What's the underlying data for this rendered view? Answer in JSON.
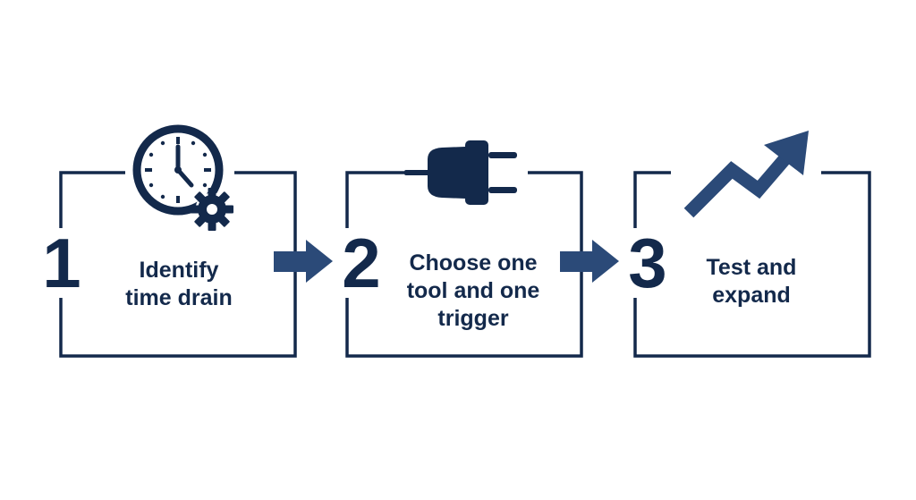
{
  "steps": [
    {
      "number": "1",
      "line1": "Identify",
      "line2": "time drain",
      "icon": "clock-gear-icon"
    },
    {
      "number": "2",
      "line1": "Choose one",
      "line2": "tool and one",
      "line3": "trigger",
      "icon": "plug-icon"
    },
    {
      "number": "3",
      "line1": "Test and",
      "line2": "expand",
      "icon": "trending-up-arrow-icon"
    }
  ],
  "colors": {
    "primary": "#13294b",
    "arrow": "#2b4a78",
    "background": "#ffffff"
  }
}
